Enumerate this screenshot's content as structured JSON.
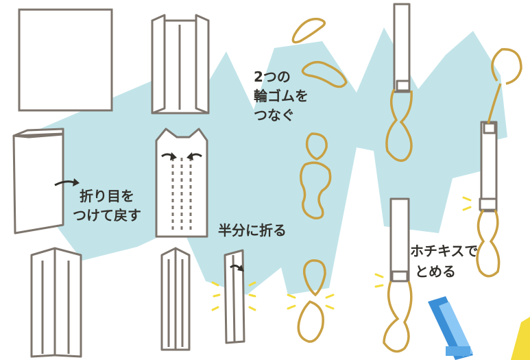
{
  "labels": {
    "crease_return": [
      "折り目を",
      "つけて戻す"
    ],
    "fold_half": "半分に折る",
    "connect_bands": [
      "2つの",
      "輪ゴムを",
      "つなぐ"
    ],
    "staple": [
      "ホチキスで",
      "とめる"
    ]
  },
  "colors": {
    "arrow_band": "#bfe3e8",
    "paper_stroke": "#7d756d",
    "rubber_band": "#c9a043",
    "ink": "#33302b",
    "spark": "#f3dc3c",
    "stapler": "#3b8fd6"
  }
}
